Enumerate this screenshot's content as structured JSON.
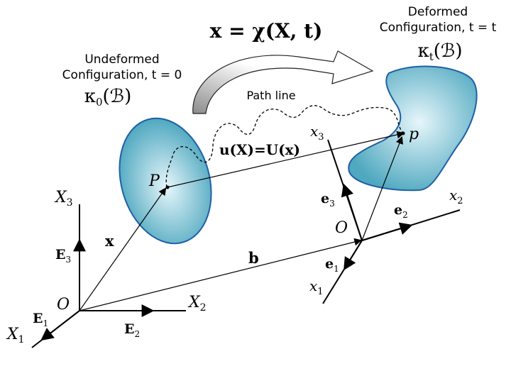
{
  "undeformed": {
    "line1": "Undeformed",
    "line2": "Configuration, t = 0",
    "kappa": "κ",
    "kappa_sub": "0",
    "body_symbol": "(ℬ)"
  },
  "deformed": {
    "line1": "Deformed",
    "line2": "Configuration, t = t",
    "kappa": "κ",
    "kappa_sub": "t",
    "body_symbol": "(ℬ)"
  },
  "mapping_equation": "x = χ(X, t)",
  "path_line_label": "Path line",
  "displacement_label": "u(X)=U(x)",
  "point_reference": "P",
  "point_current": "p",
  "vector_x_label": "x",
  "vector_b_label": "b",
  "reference_frame": {
    "origin": "O",
    "axis1": "X",
    "axis1_sub": "1",
    "axis2": "X",
    "axis2_sub": "2",
    "axis3": "X",
    "axis3_sub": "3",
    "basis1": "E",
    "basis1_sub": "1",
    "basis2": "E",
    "basis2_sub": "2",
    "basis3": "E",
    "basis3_sub": "3"
  },
  "current_frame": {
    "origin": "O",
    "axis1": "x",
    "axis1_sub": "1",
    "axis2": "x",
    "axis2_sub": "2",
    "axis3": "x",
    "axis3_sub": "3",
    "basis1": "e",
    "basis1_sub": "1",
    "basis2": "e",
    "basis2_sub": "2",
    "basis3": "e",
    "basis3_sub": "3"
  },
  "colors": {
    "body_fill_center": "#e6f6fb",
    "body_fill_edge": "#4fa8bf",
    "body_stroke": "#1f5fa8",
    "arrow_fill_dark": "#8c8c8c",
    "arrow_fill_light": "#ffffff",
    "ink": "#000000"
  }
}
